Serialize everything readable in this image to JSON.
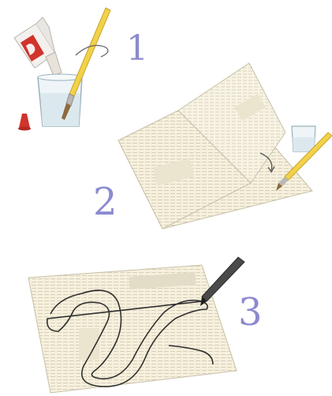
{
  "steps": [
    {
      "number": "1"
    },
    {
      "number": "2"
    },
    {
      "number": "3"
    }
  ],
  "colors": {
    "step_number": "#8c8ad0",
    "pencil_yellow": "#f2d24a",
    "glue_cap_red": "#d0342c",
    "newspaper": "#f6f0dc",
    "newspaper_text": "#c9c2ad",
    "outline_line": "#3a3a3a"
  },
  "illustrations": {
    "step1": "glue-bottle-and-brush-in-glass",
    "step2": "folding-newspaper-with-brush",
    "step3": "marker-drawing-snake-on-newspaper"
  }
}
